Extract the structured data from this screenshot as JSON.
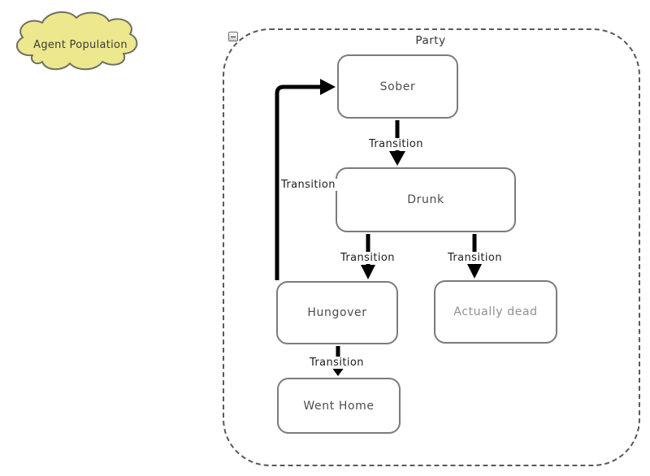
{
  "agent_population": {
    "label": "Agent Population",
    "fill_color": "#EDE78E",
    "border_color": "#6f6f62"
  },
  "statechart": {
    "title": "Party",
    "collapse_icon": "minus",
    "boundary_style": "dashed",
    "states": [
      {
        "id": "sober",
        "label": "Sober"
      },
      {
        "id": "drunk",
        "label": "Drunk"
      },
      {
        "id": "hungover",
        "label": "Hungover"
      },
      {
        "id": "actually-dead",
        "label": "Actually dead"
      },
      {
        "id": "went-home",
        "label": "Went Home"
      }
    ],
    "transitions": [
      {
        "from": "Sober",
        "to": "Drunk",
        "label": "Transition"
      },
      {
        "from": "Hungover",
        "to": "Sober",
        "label": "Transition"
      },
      {
        "from": "Drunk",
        "to": "Hungover",
        "label": "Transition"
      },
      {
        "from": "Drunk",
        "to": "Actually dead",
        "label": "Transition"
      },
      {
        "from": "Hungover",
        "to": "Went Home",
        "label": "Transition"
      }
    ],
    "colors": {
      "state_border": "#7b7b7b",
      "state_fill": "#ffffff",
      "arrow": "#000000",
      "boundary_dash": "#595959",
      "dead_state_text": "#8f8f8f",
      "state_text": "#4d4d4d"
    }
  }
}
